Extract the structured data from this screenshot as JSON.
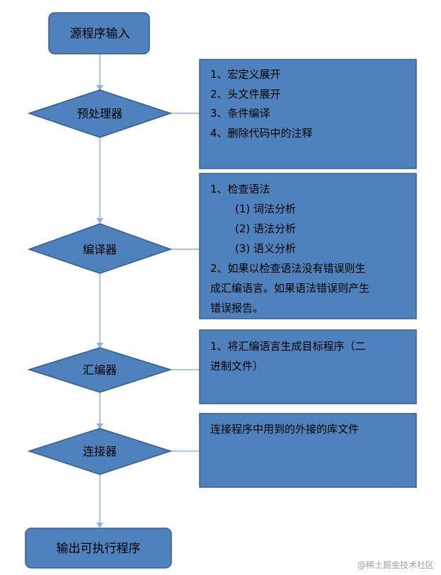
{
  "nodes": {
    "source_input": "源程序输入",
    "preprocessor": "预处理器",
    "compiler": "编译器",
    "assembler": "汇编器",
    "linker": "连接器",
    "output": "输出可执行程序"
  },
  "notes": {
    "preprocessor": [
      "1、宏定义展开",
      "2、头文件展开",
      "3、条件编译",
      "4、删除代码中的注释"
    ],
    "compiler": [
      "1、检查语法",
      "(1)  词法分析",
      "(2)  语法分析",
      "(3)  语义分析",
      "2、如果以检查语法没有错误则生",
      "成汇编语言。如果语法错误则产生",
      "错误报告。"
    ],
    "assembler": [
      "1、将汇编语言生成目标程序（二",
      "进制文件）"
    ],
    "linker": [
      "连接程序中用到的外接的库文件"
    ]
  },
  "watermark": "@稀土掘金技术社区",
  "colors": {
    "shape_fill": "#4f81bd",
    "shape_stroke": "#385d8a",
    "connector": "#8eb4e3",
    "text": "#000000"
  }
}
